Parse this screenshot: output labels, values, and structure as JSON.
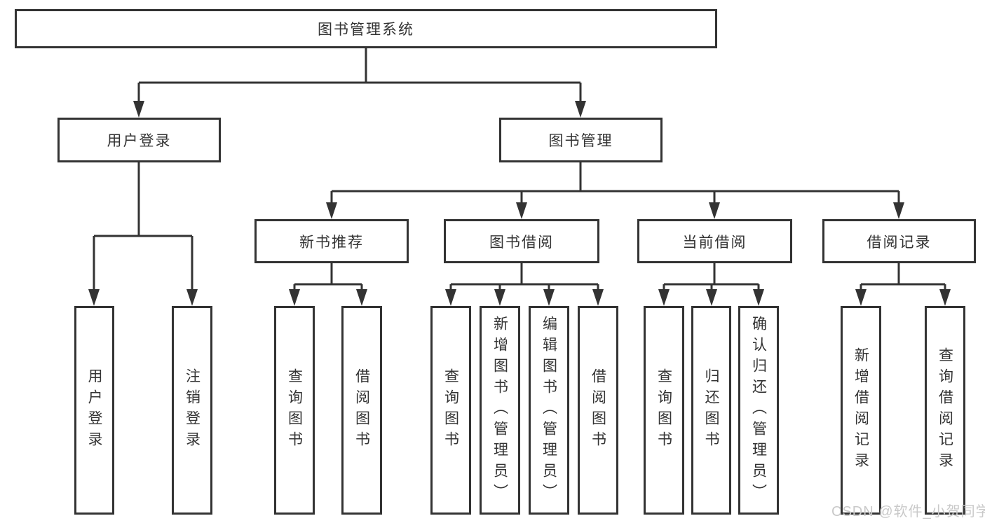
{
  "diagram": {
    "title_node": "图书管理系统",
    "branches": [
      {
        "label": "用户登录",
        "children": [
          {
            "label": "用户登录"
          },
          {
            "label": "注销登录"
          }
        ]
      },
      {
        "label": "图书管理",
        "children": [
          {
            "label": "新书推荐",
            "children": [
              {
                "label": "查询图书"
              },
              {
                "label": "借阅图书"
              }
            ]
          },
          {
            "label": "图书借阅",
            "children": [
              {
                "label": "查询图书"
              },
              {
                "label": "新增图书（管理员）"
              },
              {
                "label": "编辑图书（管理员）"
              },
              {
                "label": "借阅图书"
              }
            ]
          },
          {
            "label": "当前借阅",
            "children": [
              {
                "label": "查询图书"
              },
              {
                "label": "归还图书"
              },
              {
                "label": "确认归还（管理员）"
              }
            ]
          },
          {
            "label": "借阅记录",
            "children": [
              {
                "label": "新增借阅记录"
              },
              {
                "label": "查询借阅记录"
              }
            ]
          }
        ]
      }
    ]
  },
  "watermark": "CSDN @软件_小贺同学",
  "colors": {
    "line": "#333333",
    "text": "#333333",
    "watermark": "#c9c9c9",
    "box_background": "#ffffff"
  }
}
